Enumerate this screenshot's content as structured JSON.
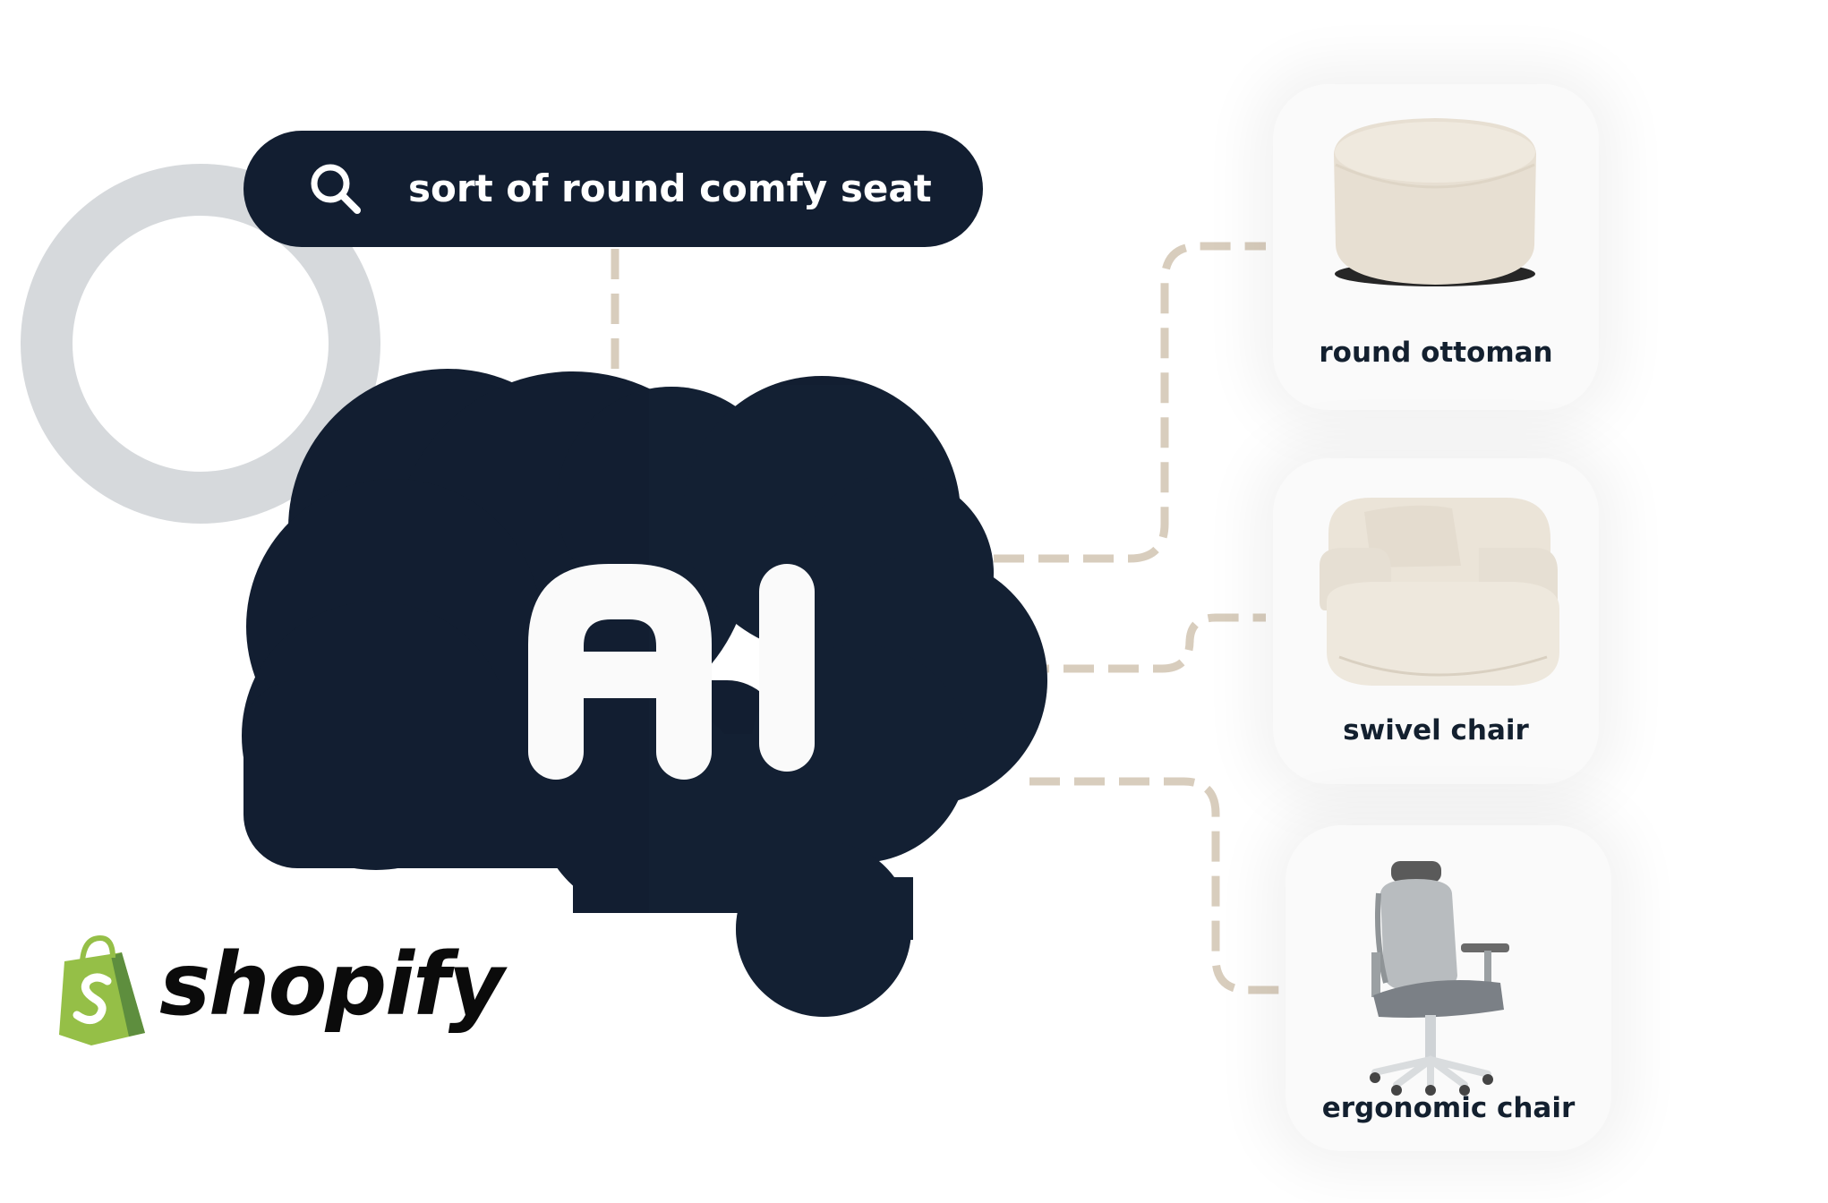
{
  "colors": {
    "navy": "#121e31",
    "dash": "#d8cdbd",
    "magnifier_gray": "#d6d9dc",
    "card_bg": "#fafafa",
    "shopify_green": "#95bf47",
    "cream": "#ece5d9"
  },
  "search": {
    "icon": "search-icon",
    "query": "sort of round comfy seat"
  },
  "center": {
    "icon": "brain-cloud-icon",
    "label": "AI"
  },
  "results": [
    {
      "label": "round ottoman",
      "icon": "ottoman-image"
    },
    {
      "label": "swivel chair",
      "icon": "armchair-image"
    },
    {
      "label": "ergonomic chair",
      "icon": "office-chair-image"
    }
  ],
  "brand": {
    "icon": "shopify-bag-icon",
    "name": "shopify"
  }
}
